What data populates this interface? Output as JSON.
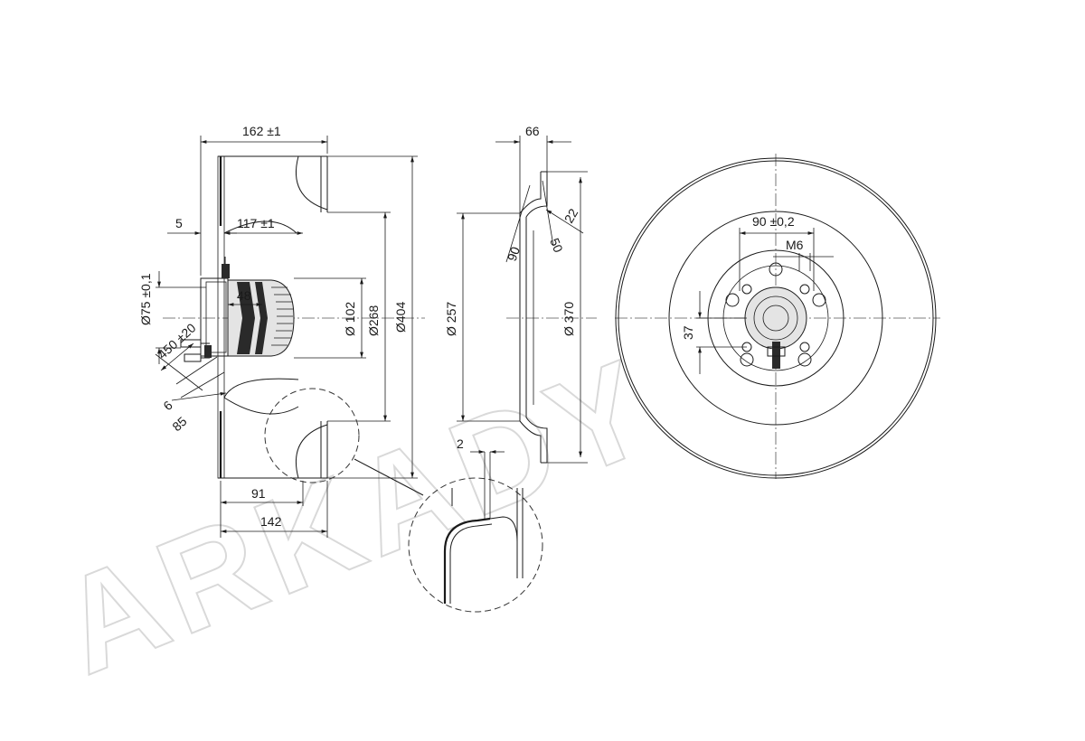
{
  "watermark": "ARKADY",
  "dimensions": {
    "side_width": "162 ±1",
    "side_flange": "5",
    "side_inner": "117 ±1",
    "motor_len": "48",
    "shaft_dia": "Ø75 ±0,1",
    "cable_len": "450 ±20",
    "cable_small": "6",
    "cable_off": "85",
    "hub_dia": "Ø 102",
    "mid_dia": "Ø268",
    "outer_dia": "Ø404",
    "bottom_91": "91",
    "bottom_142": "142",
    "ring_width": "66",
    "angle_90": "90",
    "angle_50": "50",
    "ring_22": "22",
    "ring_inner_dia": "Ø 257",
    "ring_outer_dia": "Ø 370",
    "detail_2": "2",
    "bolt_spacing": "90 ±0,2",
    "thread": "M6",
    "offset_37": "37"
  }
}
